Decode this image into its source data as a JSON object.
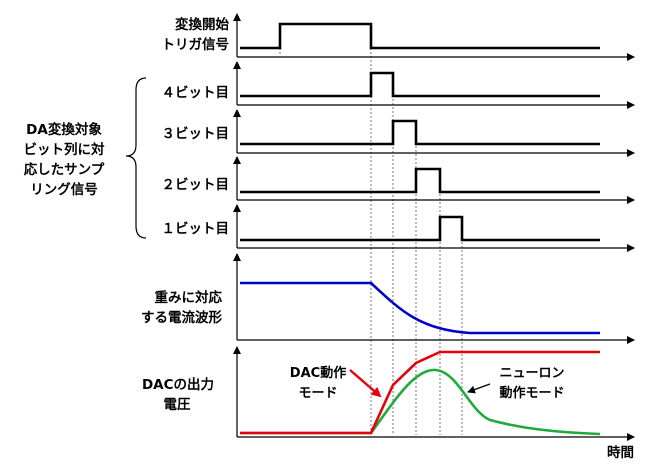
{
  "labels": {
    "trigger": [
      "変換開始",
      "トリガ信号"
    ],
    "bit4": "４ビット目",
    "bit3": "３ビット目",
    "bit2": "２ビット目",
    "bit1": "１ビット目",
    "group": [
      "DA変換対象",
      "ビット列に対",
      "応したサンプ",
      "リング信号"
    ],
    "current": [
      "重みに対応",
      "する電流波形"
    ],
    "voltage": [
      "DACの出力",
      "電圧"
    ],
    "dac_mode": [
      "DAC動作",
      "モード"
    ],
    "neuron_mode": [
      "ニューロン",
      "動作モード"
    ],
    "time_axis": "時間"
  },
  "colors": {
    "current_wave": "#0000cc",
    "dac_output": "#e8000b",
    "neuron_output": "#1faa3b",
    "arrow": "#e8000b"
  }
}
